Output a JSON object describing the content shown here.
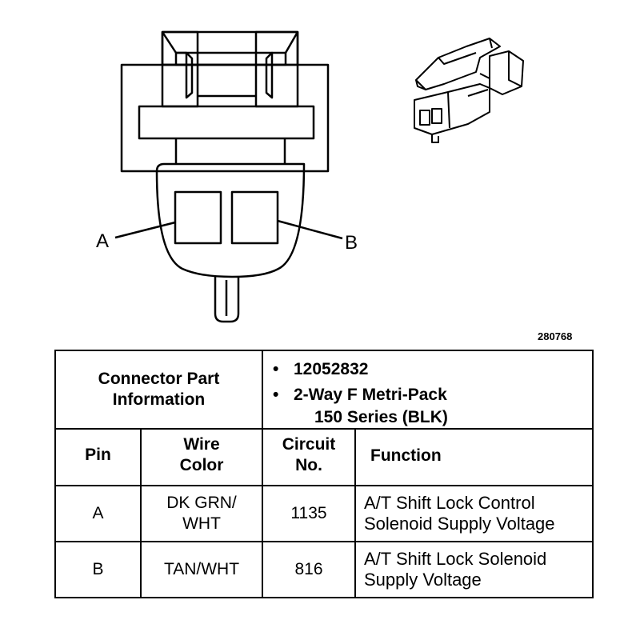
{
  "diagram": {
    "pin_a_label": "A",
    "pin_b_label": "B",
    "figure_number": "280768"
  },
  "connector_info": {
    "label_line1": "Connector Part",
    "label_line2": "Information",
    "part_number": "12052832",
    "description_line1": "2-Way F Metri-Pack",
    "description_line2": "150 Series (BLK)",
    "bullet": "•"
  },
  "table": {
    "headers": {
      "pin": "Pin",
      "wire_color_line1": "Wire",
      "wire_color_line2": "Color",
      "circuit_line1": "Circuit",
      "circuit_line2": "No.",
      "function": "Function"
    },
    "rows": [
      {
        "pin": "A",
        "wire_color_line1": "DK GRN/",
        "wire_color_line2": "WHT",
        "circuit": "1135",
        "function_line1": "A/T Shift Lock Control",
        "function_line2": "Solenoid Supply Voltage"
      },
      {
        "pin": "B",
        "wire_color_line1": "TAN/WHT",
        "wire_color_line2": "",
        "circuit": "816",
        "function_line1": "A/T Shift Lock Solenoid",
        "function_line2": "Supply Voltage"
      }
    ]
  }
}
